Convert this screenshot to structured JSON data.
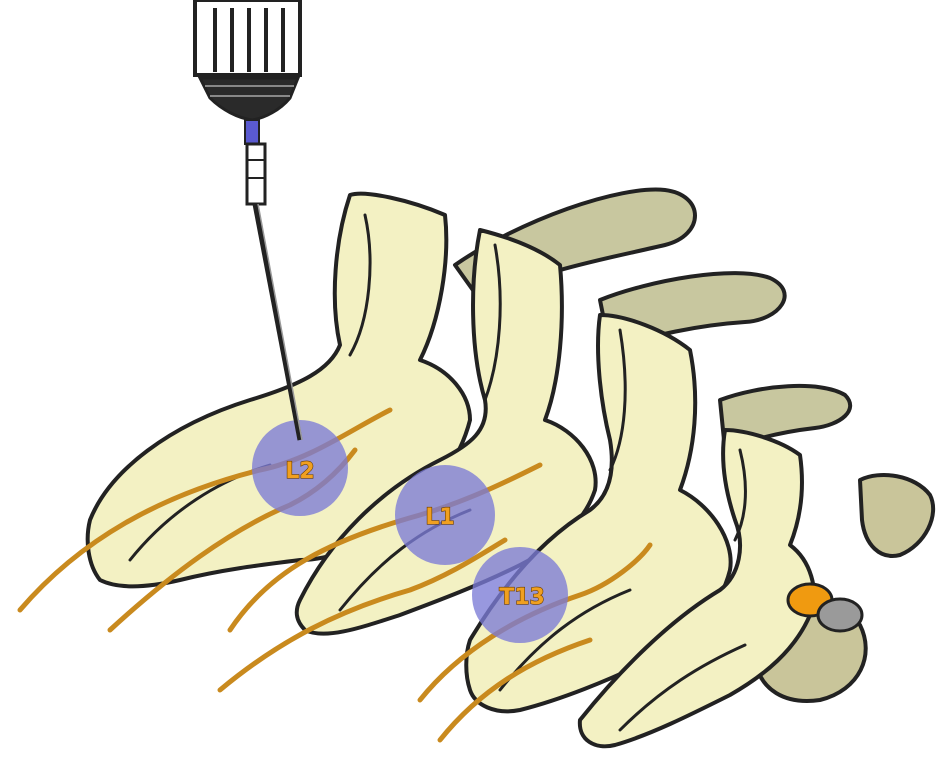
{
  "diagram": {
    "labels": {
      "l2": "L2",
      "l1": "L1",
      "t13": "T13"
    },
    "colors": {
      "bone": "#f3f1c3",
      "bone_shadow": "#c9c59a",
      "rib": "#c8c79f",
      "outline": "#222222",
      "nerve": "#c98a1e",
      "target_zone": "#7b7bd6",
      "label_text": "#f0a020",
      "syringe": "#2a2a2a",
      "needle_hub": "#5a5ad0",
      "spinal_cord": "#f09a10",
      "disc": "#9a9a9a"
    },
    "icons": {
      "needle": "syringe-needle-icon",
      "vertebra": "vertebra-shape",
      "nerve": "spinal-nerve-shape"
    }
  }
}
